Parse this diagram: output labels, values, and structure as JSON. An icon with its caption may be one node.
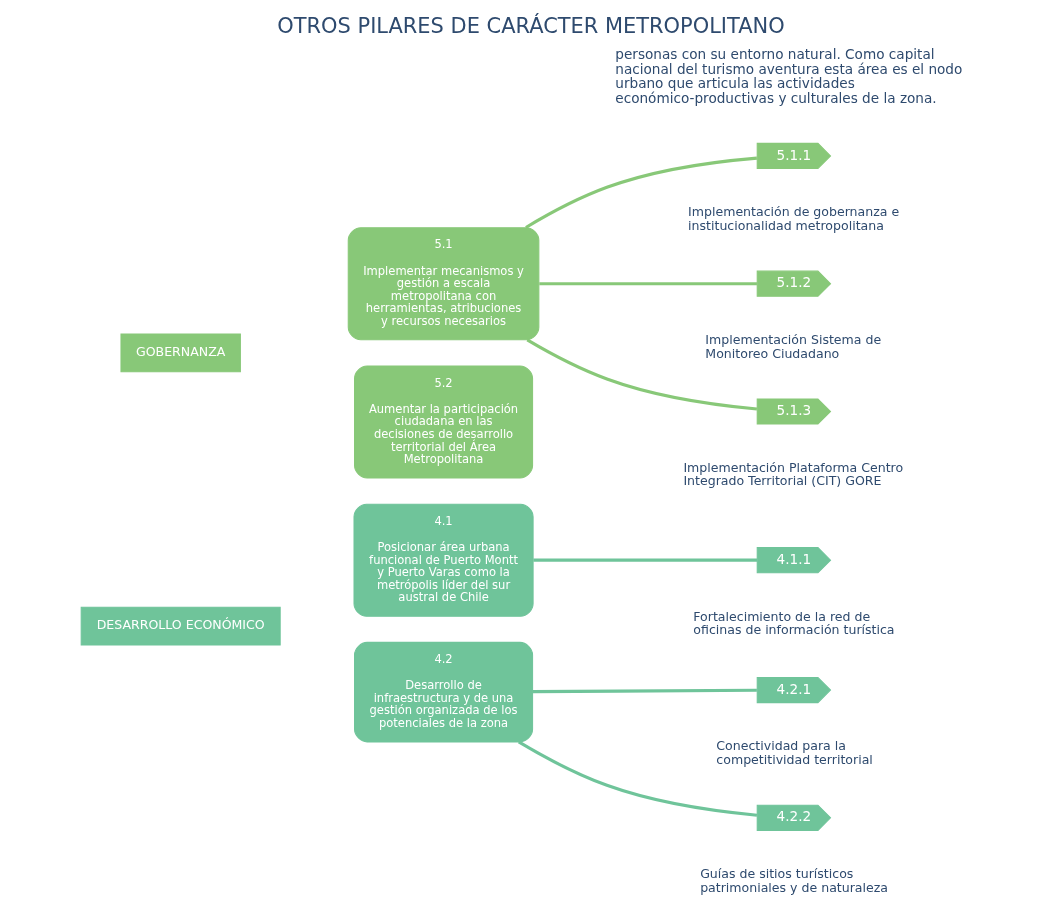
{
  "diagram": {
    "title": "OTROS PILARES DE CARÁCTER METROPOLITANO",
    "nodes": [
      {
        "text": [
          "DESARROLLO ECONÓMICO"
        ]
      },
      {
        "text": [
          "4.1",
          "Posicionar área urbana funcional de Puerto Montt y Puerto Varas como la metrópolis líder del sur austral de Chile"
        ]
      },
      {
        "text": [
          "4.2",
          "Desarrollo de infraestructura y de una gestión organizada de los potenciales de la zona"
        ]
      },
      {
        "text": [
          "GOBERNANZA"
        ]
      },
      {
        "text": [
          "5.1",
          "Implementar mecanismos y gestión a escala metropolitana con herramientas, atribuciones y recursos necesarios"
        ]
      },
      {
        "text": [
          "5.2",
          "Aumentar la participación ciudadana en las decisiones de desarrollo territorial del Área Metropolitana"
        ]
      },
      {
        "text": [
          "4.1.1"
        ],
        "beside": [
          "Fortalecimiento de la red de oficinas de información turística"
        ]
      },
      {
        "text": [
          "4.2.1"
        ],
        "beside": [
          "Conectividad para la competitividad territorial"
        ]
      },
      {
        "text": [
          "4.2.2"
        ],
        "beside": [
          "Guías de sitios turísticos patrimoniales y de naturaleza"
        ]
      },
      {
        "text": [
          "5.1.1"
        ],
        "beside": [
          "Implementación de gobernanza e institucionalidad metropolitana"
        ]
      },
      {
        "text": [
          "5.1.2"
        ],
        "beside": [
          "Implementación Sistema de Monitoreo Ciudadano"
        ]
      },
      {
        "text": [
          "5.1.3"
        ],
        "beside": [
          "Implementación Plataforma Centro Integrado Territorial (CIT) GORE"
        ]
      }
    ],
    "edges": [
      {
        "from": 1,
        "to": 6,
        "arrow": "none"
      },
      {
        "from": 2,
        "to": 7,
        "arrow": "none"
      },
      {
        "from": 2,
        "to": 8,
        "arrow": "none"
      },
      {
        "from": 4,
        "to": 9,
        "arrow": "none",
        "color": "#88c878"
      },
      {
        "from": 4,
        "to": 10,
        "arrow": "none",
        "color": "#88c878"
      },
      {
        "from": 4,
        "to": 11,
        "arrow": "none",
        "color": "#88c878"
      }
    ],
    "labels": [
      "personas con su entorno natural. Como capital nacional del turismo aventura esta área es el nodo urbano que articula las actividades económico-productivas y culturales de la zona."
    ]
  }
}
